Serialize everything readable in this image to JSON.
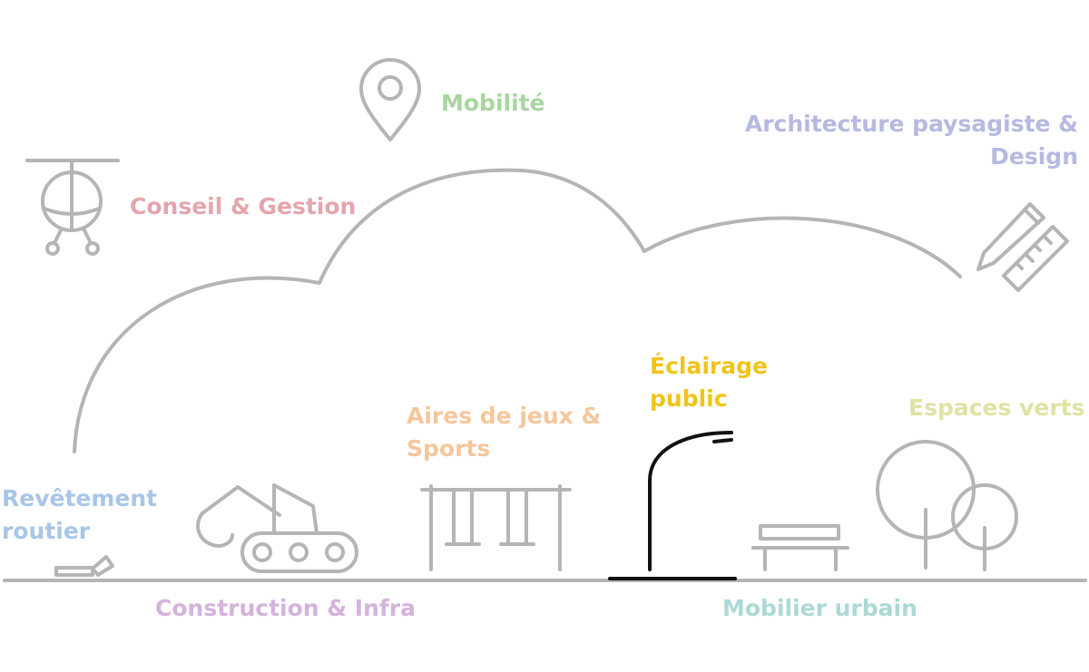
{
  "categories": [
    {
      "key": "mobilite",
      "lines": [
        "Mobilité"
      ],
      "color": "#a9d5a1",
      "icon": "map-pin-icon"
    },
    {
      "key": "conseil",
      "lines": [
        "Conseil & Gestion"
      ],
      "color": "#e3a6ac",
      "icon": "helicopter-icon"
    },
    {
      "key": "archi",
      "lines": [
        "Architecture paysagiste &",
        "Design"
      ],
      "color": "#b6b9e0",
      "icon": "pencil-ruler-icon"
    },
    {
      "key": "eclairage",
      "lines": [
        "Éclairage",
        "public"
      ],
      "color": "#f0c419",
      "icon": "street-lamp-icon",
      "active": true
    },
    {
      "key": "aires",
      "lines": [
        "Aires de jeux &",
        "Sports"
      ],
      "color": "#f5c79c",
      "icon": "swing-set-icon"
    },
    {
      "key": "espaces",
      "lines": [
        "Espaces verts"
      ],
      "color": "#dfe3a3",
      "icon": "trees-icon"
    },
    {
      "key": "revetement",
      "lines": [
        "Revêtement",
        "routier"
      ],
      "color": "#a9c6e8",
      "icon": "road-paving-icon"
    },
    {
      "key": "construction",
      "lines": [
        "Construction & Infra"
      ],
      "color": "#d4b3dd",
      "icon": "excavator-icon"
    },
    {
      "key": "mobilier",
      "lines": [
        "Mobilier urbain"
      ],
      "color": "#acd9d6",
      "icon": "bench-icon"
    }
  ],
  "colors": {
    "line": "#b5b5b5",
    "active_line": "#111111"
  }
}
